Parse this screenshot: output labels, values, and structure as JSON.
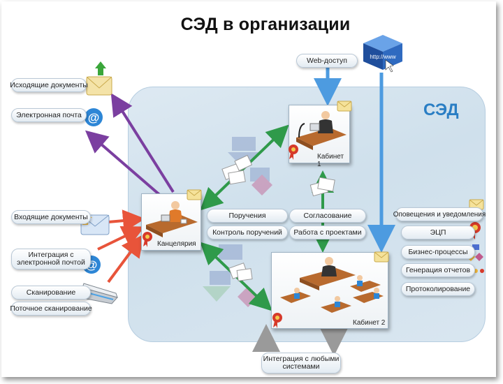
{
  "title": "СЭД в организации",
  "sed_label": "СЭД",
  "web": {
    "label": "Web-доступ",
    "globe_text": "http://www"
  },
  "left": {
    "outgoing": "Исходящие документы",
    "email": "Электронная почта",
    "incoming": "Входящие документы",
    "email_integration": "Интеграция с электронной почтой",
    "scanning": "Сканирование",
    "stream_scanning": "Поточное сканирование"
  },
  "nodes": {
    "chancellery": "Канцелярия",
    "cabinet1": "Кабинет 1",
    "cabinet2": "Кабинет 2"
  },
  "center": {
    "orders": "Поручения",
    "order_control": "Контроль поручений",
    "approval": "Согласование",
    "projects": "Работа с проектами"
  },
  "right": {
    "notifications": "Оповещения и уведомления",
    "eds": "ЭЦП",
    "business": "Бизнес-процессы",
    "reports": "Генерация отчетов",
    "protocol": "Протоколирование"
  },
  "bottom": {
    "integration": "Интеграция с любыми системами"
  },
  "colors": {
    "purple": "#7b3fa0",
    "red": "#e8543a",
    "green": "#2f9a4a",
    "blue": "#4d9be0",
    "gray": "#9a9a9a",
    "sed_text": "#2a7ec4"
  }
}
